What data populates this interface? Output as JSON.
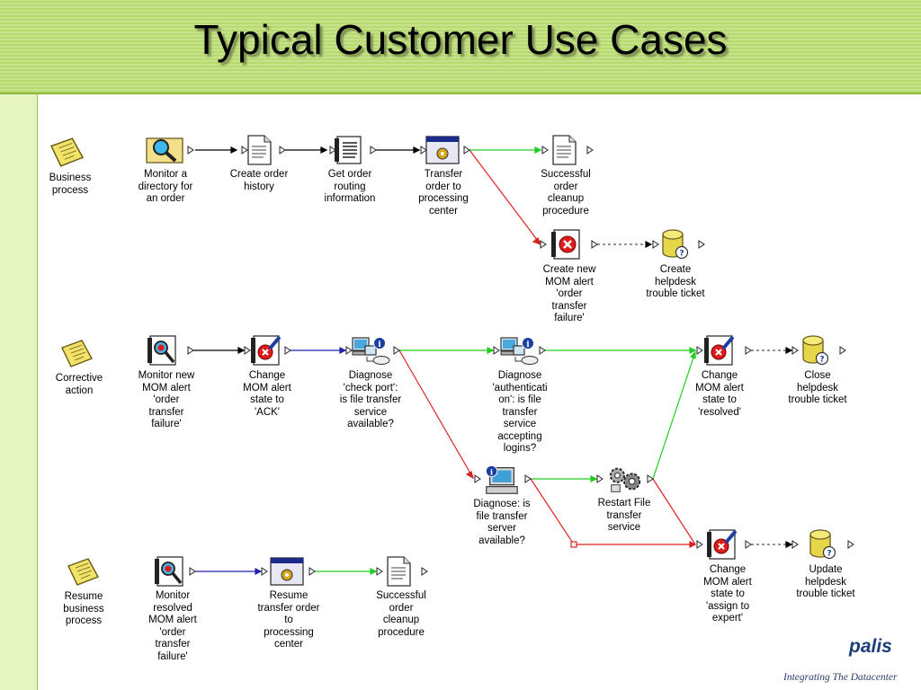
{
  "title": "Typical Customer Use Cases",
  "rows": [
    {
      "label": "Business\nprocess"
    },
    {
      "label": "Corrective\naction"
    },
    {
      "label": "Resume\nbusiness\nprocess"
    }
  ],
  "nodes": {
    "monitor_directory": "Monitor a\ndirectory for\nan order",
    "create_order_history": "Create order\nhistory",
    "get_routing": "Get order\nrouting\ninformation",
    "transfer_order": "Transfer\norder to\nprocessing\ncenter",
    "cleanup_1": "Successful\norder\ncleanup\nprocedure",
    "create_alert": "Create new\nMOM alert\n'order\ntransfer\nfailure'",
    "create_ticket": "Create\nhelpdesk\ntrouble ticket",
    "monitor_new_alert": "Monitor new\nMOM alert\n'order\ntransfer\nfailure'",
    "change_ack": "Change\nMOM alert\nstate to\n'ACK'",
    "diag_port": "Diagnose\n'check port':\nis file transfer\nservice\navailable?",
    "diag_auth": "Diagnose\n'authenticati\non': is file\ntransfer\nservice\naccepting\nlogins?",
    "change_resolved": "Change\nMOM alert\nstate to\n'resolved'",
    "close_ticket": "Close\nhelpdesk\ntrouble ticket",
    "diag_server": "Diagnose: is\nfile transfer\nserver\navailable?",
    "restart": "Restart File\ntransfer\nservice",
    "change_expert": "Change\nMOM alert\nstate to\n'assign to\nexpert'",
    "update_ticket": "Update\nhelpdesk\ntrouble ticket",
    "monitor_resolved": "Monitor\nresolved\nMOM alert\n'order\ntransfer\nfailure'",
    "resume_transfer": "Resume\ntransfer order\nto\nprocessing\ncenter",
    "cleanup_2": "Successful\norder\ncleanup\nprocedure"
  },
  "brand": {
    "logo": "palis",
    "tagline": "Integrating The Datacenter"
  },
  "colors": {
    "success": "#22cc22",
    "failure": "#dd2222",
    "default": "#000000",
    "blue_link": "#2222aa"
  }
}
